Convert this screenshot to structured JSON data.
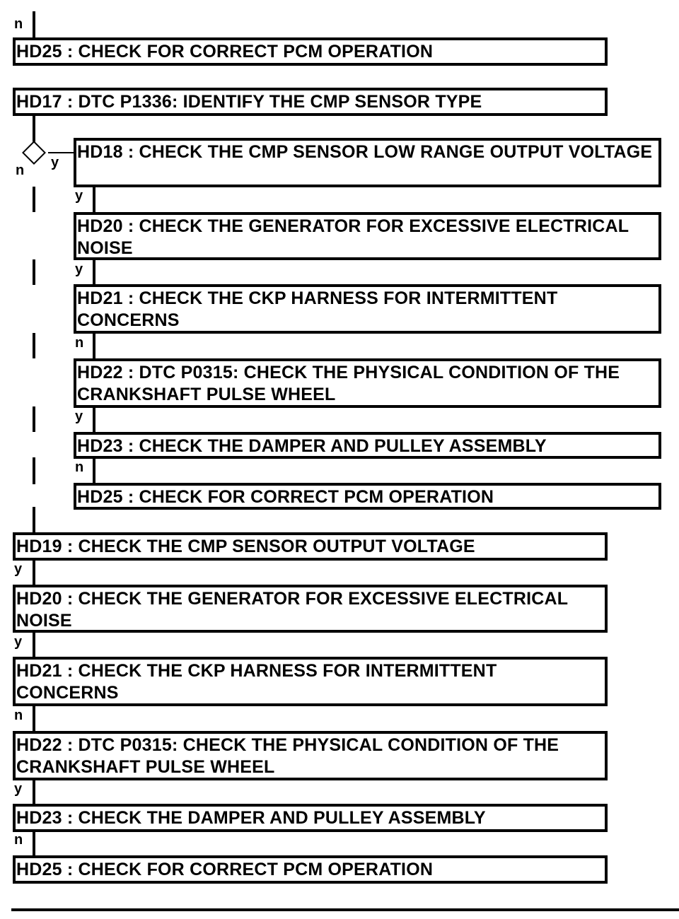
{
  "steps": {
    "top_hd25": "HD25 : CHECK FOR CORRECT PCM OPERATION",
    "hd17": "HD17 : DTC P1336: IDENTIFY THE CMP SENSOR TYPE",
    "hd18": "HD18 : CHECK THE CMP SENSOR LOW RANGE OUTPUT VOLTAGE",
    "y_hd20": "HD20 : CHECK THE GENERATOR FOR EXCESSIVE ELECTRICAL NOISE",
    "y_hd21": "HD21 : CHECK THE CKP HARNESS FOR INTERMITTENT CONCERNS",
    "y_hd22": "HD22 : DTC P0315: CHECK THE PHYSICAL CONDITION OF THE CRANKSHAFT PULSE WHEEL",
    "y_hd23": "HD23 : CHECK THE DAMPER AND PULLEY ASSEMBLY",
    "y_hd25": "HD25 : CHECK FOR CORRECT PCM OPERATION",
    "hd19": "HD19 : CHECK THE CMP SENSOR OUTPUT VOLTAGE",
    "n_hd20": "HD20 : CHECK THE GENERATOR FOR EXCESSIVE ELECTRICAL NOISE",
    "n_hd21": "HD21 : CHECK THE CKP HARNESS FOR INTERMITTENT CONCERNS",
    "n_hd22": "HD22 : DTC P0315: CHECK THE PHYSICAL CONDITION OF THE CRANKSHAFT PULSE WHEEL",
    "n_hd23": "HD23 : CHECK THE DAMPER AND PULLEY ASSEMBLY",
    "n_hd25": "HD25 : CHECK FOR CORRECT PCM OPERATION"
  },
  "labels": {
    "top_n": "n",
    "decision_n": "n",
    "decision_y": "y",
    "y_hd18_y": "y",
    "y_hd20_y": "y",
    "y_hd21_n": "n",
    "y_hd22_y": "y",
    "y_hd23_n": "n",
    "hd19_y": "y",
    "hd20_y": "y",
    "hd21_n": "n",
    "hd22_y": "y",
    "hd23_n": "n"
  }
}
